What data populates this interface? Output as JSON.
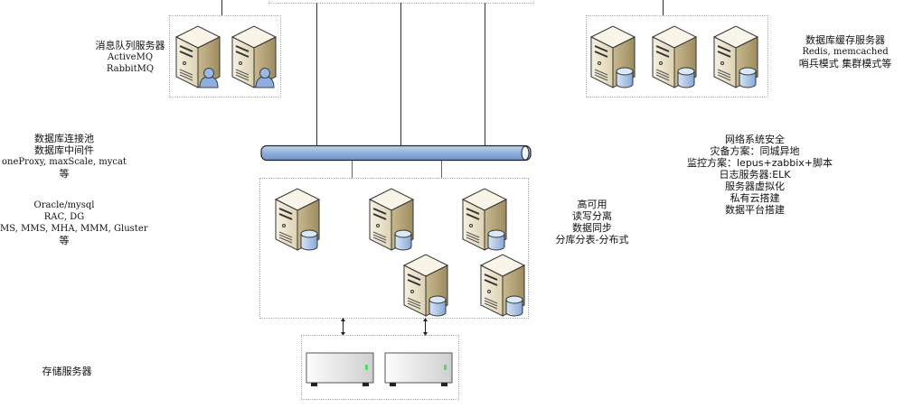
{
  "mq": {
    "lines": [
      "消息队列服务器",
      "ActiveMQ",
      "RabbitMQ"
    ],
    "server_count": 2,
    "badge": "user-icon"
  },
  "cache": {
    "lines": [
      "数据库缓存服务器",
      "Redis, memcached",
      "哨兵模式 集群模式等"
    ],
    "server_count": 3,
    "badge": "database-icon"
  },
  "pool": {
    "lines": [
      "数据库连接池",
      "数据库中间件",
      "oneProxy, maxScale, mycat",
      "等"
    ]
  },
  "db_types": {
    "lines": [
      "Oracle/mysql",
      "RAC, DG",
      "MS, MMS, MHA, MMM, Gluster",
      "等"
    ]
  },
  "db_cluster": {
    "lines": [
      "高可用",
      "读写分离",
      "数据同步",
      "分库分表-分布式"
    ],
    "server_count": 5,
    "badge": "database-icon"
  },
  "ops": {
    "lines": [
      "网络系统安全",
      "灾备方案：同城异地",
      "监控方案：lepus+zabbix+脚本",
      "日志服务器:ELK",
      "服务器虚拟化",
      "私有云搭建",
      "数据平台搭建"
    ]
  },
  "storage": {
    "label": "存储服务器",
    "unit_count": 2
  },
  "colors": {
    "bus": "#9dbbe0",
    "server_body": "#e9e1c8",
    "db_badge": "#a8c4e8",
    "led": "#44dd66"
  }
}
